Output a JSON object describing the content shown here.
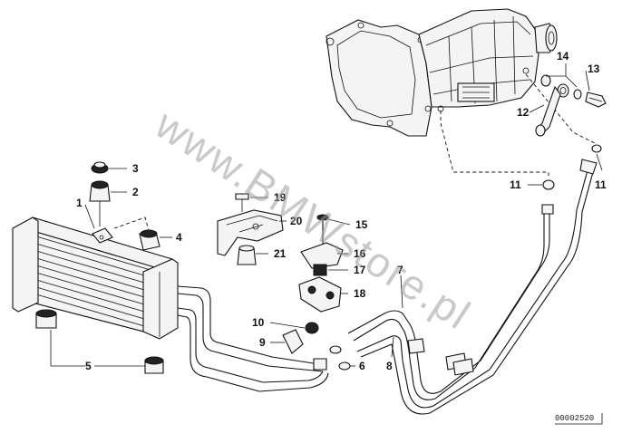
{
  "watermark": "www.BMWstore.pl",
  "diagram_number": "00002520",
  "callouts": [
    {
      "id": "1",
      "label": "1"
    },
    {
      "id": "2",
      "label": "2"
    },
    {
      "id": "3",
      "label": "3"
    },
    {
      "id": "4",
      "label": "4"
    },
    {
      "id": "5",
      "label": "5"
    },
    {
      "id": "6",
      "label": "6"
    },
    {
      "id": "7",
      "label": "7"
    },
    {
      "id": "8",
      "label": "8"
    },
    {
      "id": "9",
      "label": "9"
    },
    {
      "id": "10",
      "label": "10"
    },
    {
      "id": "11a",
      "label": "11"
    },
    {
      "id": "11b",
      "label": "11"
    },
    {
      "id": "12",
      "label": "12"
    },
    {
      "id": "13",
      "label": "13"
    },
    {
      "id": "14",
      "label": "14"
    },
    {
      "id": "15",
      "label": "15"
    },
    {
      "id": "16",
      "label": "16"
    },
    {
      "id": "17",
      "label": "17"
    },
    {
      "id": "18",
      "label": "18"
    },
    {
      "id": "19",
      "label": "19"
    },
    {
      "id": "20",
      "label": "20"
    },
    {
      "id": "21",
      "label": "21"
    }
  ]
}
